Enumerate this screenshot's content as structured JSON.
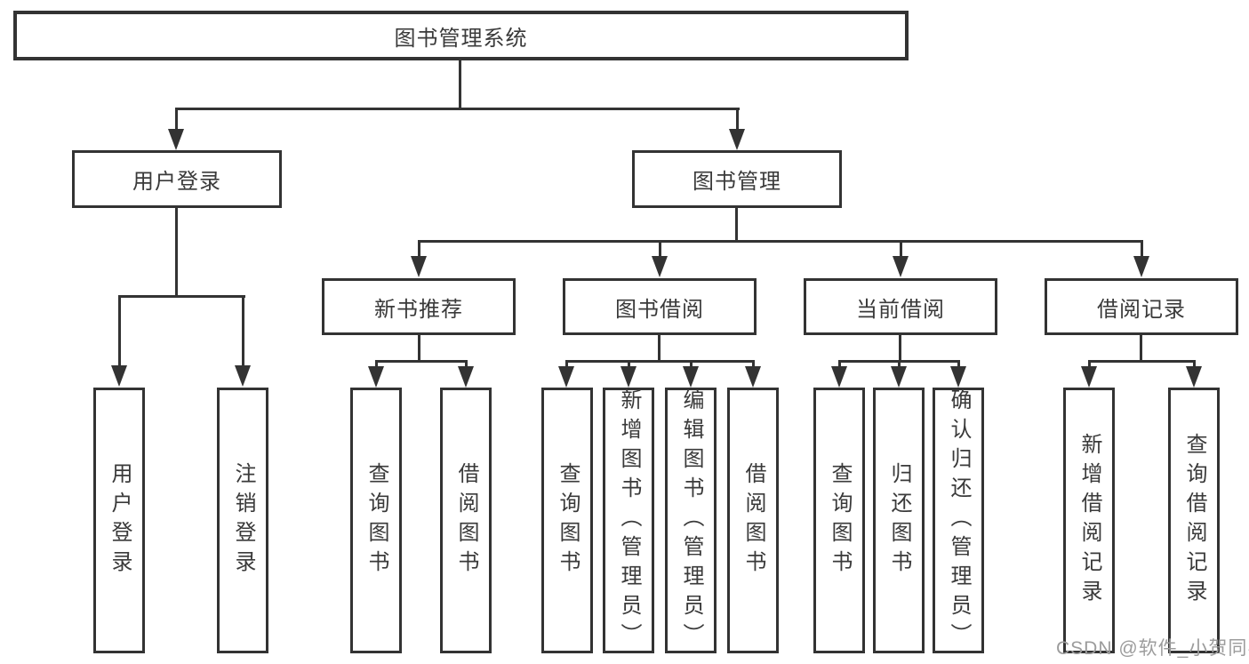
{
  "diagram": {
    "type": "hierarchy-tree",
    "orientation": "top-down"
  },
  "colors": {
    "line": "#333333",
    "text": "#3a3a3a",
    "watermark": "#9c9c9c",
    "background": "#ffffff"
  },
  "tree": {
    "label": "图书管理系统",
    "children": [
      {
        "label": "用户登录",
        "children": [
          {
            "label": "用户登录"
          },
          {
            "label": "注销登录"
          }
        ]
      },
      {
        "label": "图书管理",
        "children": [
          {
            "label": "新书推荐",
            "children": [
              {
                "label": "查询图书"
              },
              {
                "label": "借阅图书"
              }
            ]
          },
          {
            "label": "图书借阅",
            "children": [
              {
                "label": "查询图书"
              },
              {
                "label": "新增图书（管理员）"
              },
              {
                "label": "编辑图书（管理员）"
              },
              {
                "label": "借阅图书"
              }
            ]
          },
          {
            "label": "当前借阅",
            "children": [
              {
                "label": "查询图书"
              },
              {
                "label": "归还图书"
              },
              {
                "label": "确认归还（管理员）"
              }
            ]
          },
          {
            "label": "借阅记录",
            "children": [
              {
                "label": "新增借阅记录"
              },
              {
                "label": "查询借阅记录"
              }
            ]
          }
        ]
      }
    ]
  },
  "watermark": {
    "text": "CSDN @软件_小贺同学"
  }
}
